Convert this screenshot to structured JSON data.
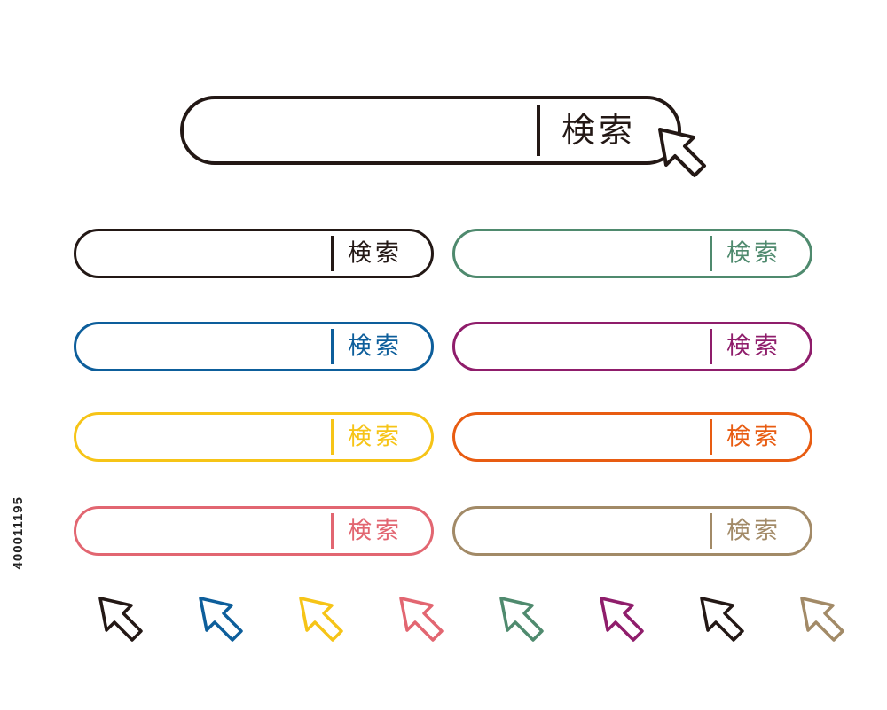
{
  "search_label": "検索",
  "watermark_id": "400011195",
  "main_bar": {
    "color": "#231815"
  },
  "bars": [
    {
      "color": "#231815"
    },
    {
      "color": "#4f8a6e"
    },
    {
      "color": "#0d5e9b"
    },
    {
      "color": "#8f1d6b"
    },
    {
      "color": "#f6c417"
    },
    {
      "color": "#e85c12"
    },
    {
      "color": "#e26671"
    },
    {
      "color": "#a28a67"
    }
  ],
  "cursors": [
    {
      "name": "black",
      "color": "#231815"
    },
    {
      "name": "blue",
      "color": "#0d5e9b"
    },
    {
      "name": "yellow",
      "color": "#f6c417"
    },
    {
      "name": "pink",
      "color": "#e26671"
    },
    {
      "name": "green",
      "color": "#4f8a6e"
    },
    {
      "name": "purple",
      "color": "#8f1d6b"
    },
    {
      "name": "black-2",
      "color": "#231815"
    },
    {
      "name": "brown",
      "color": "#a28a67"
    }
  ]
}
